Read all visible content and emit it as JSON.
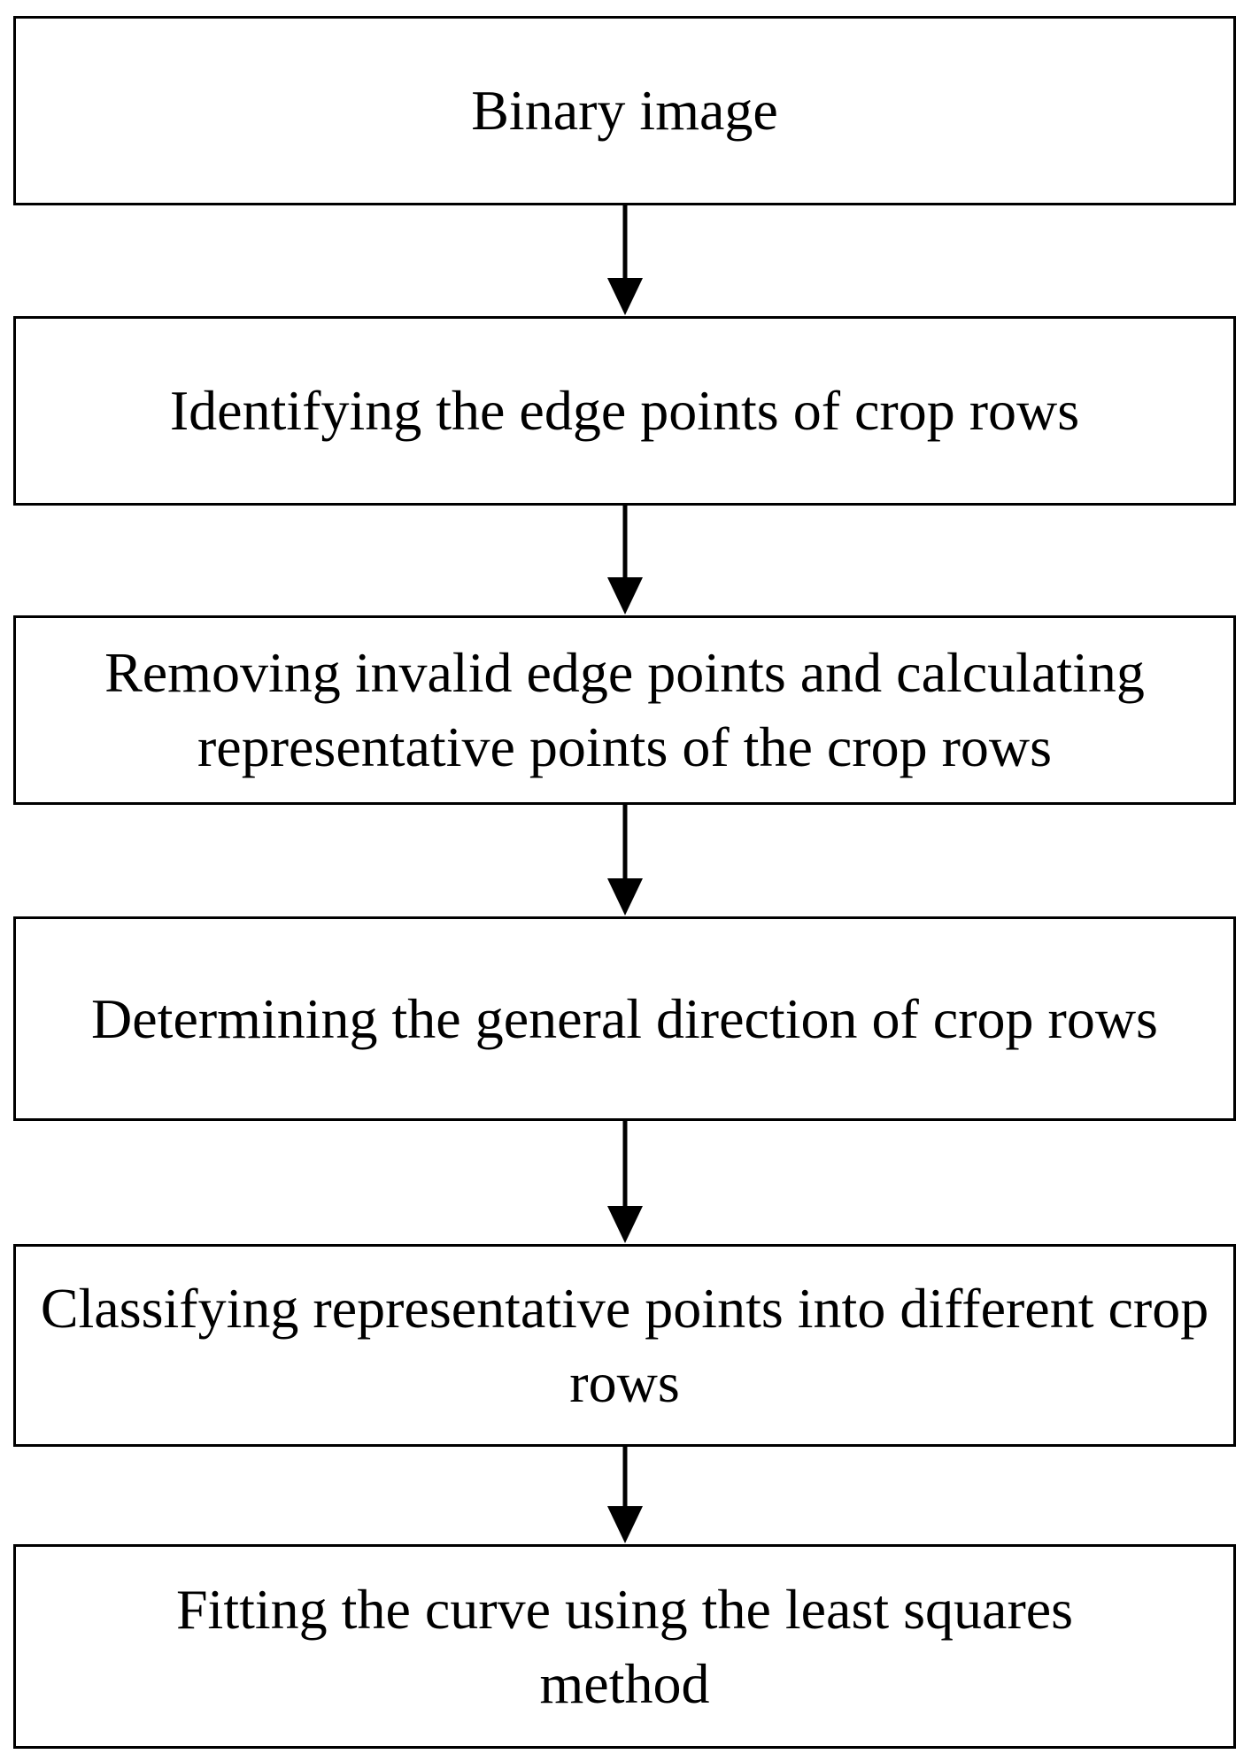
{
  "flowchart": {
    "steps": [
      {
        "label": "Binary image"
      },
      {
        "label": "Identifying the edge points of crop rows"
      },
      {
        "label": "Removing invalid edge points and calculating representative points of the crop rows"
      },
      {
        "label": "Determining the general direction of crop rows"
      },
      {
        "label": "Classifying representative points into different crop rows"
      },
      {
        "label": "Fitting the curve using the least squares method"
      }
    ]
  }
}
